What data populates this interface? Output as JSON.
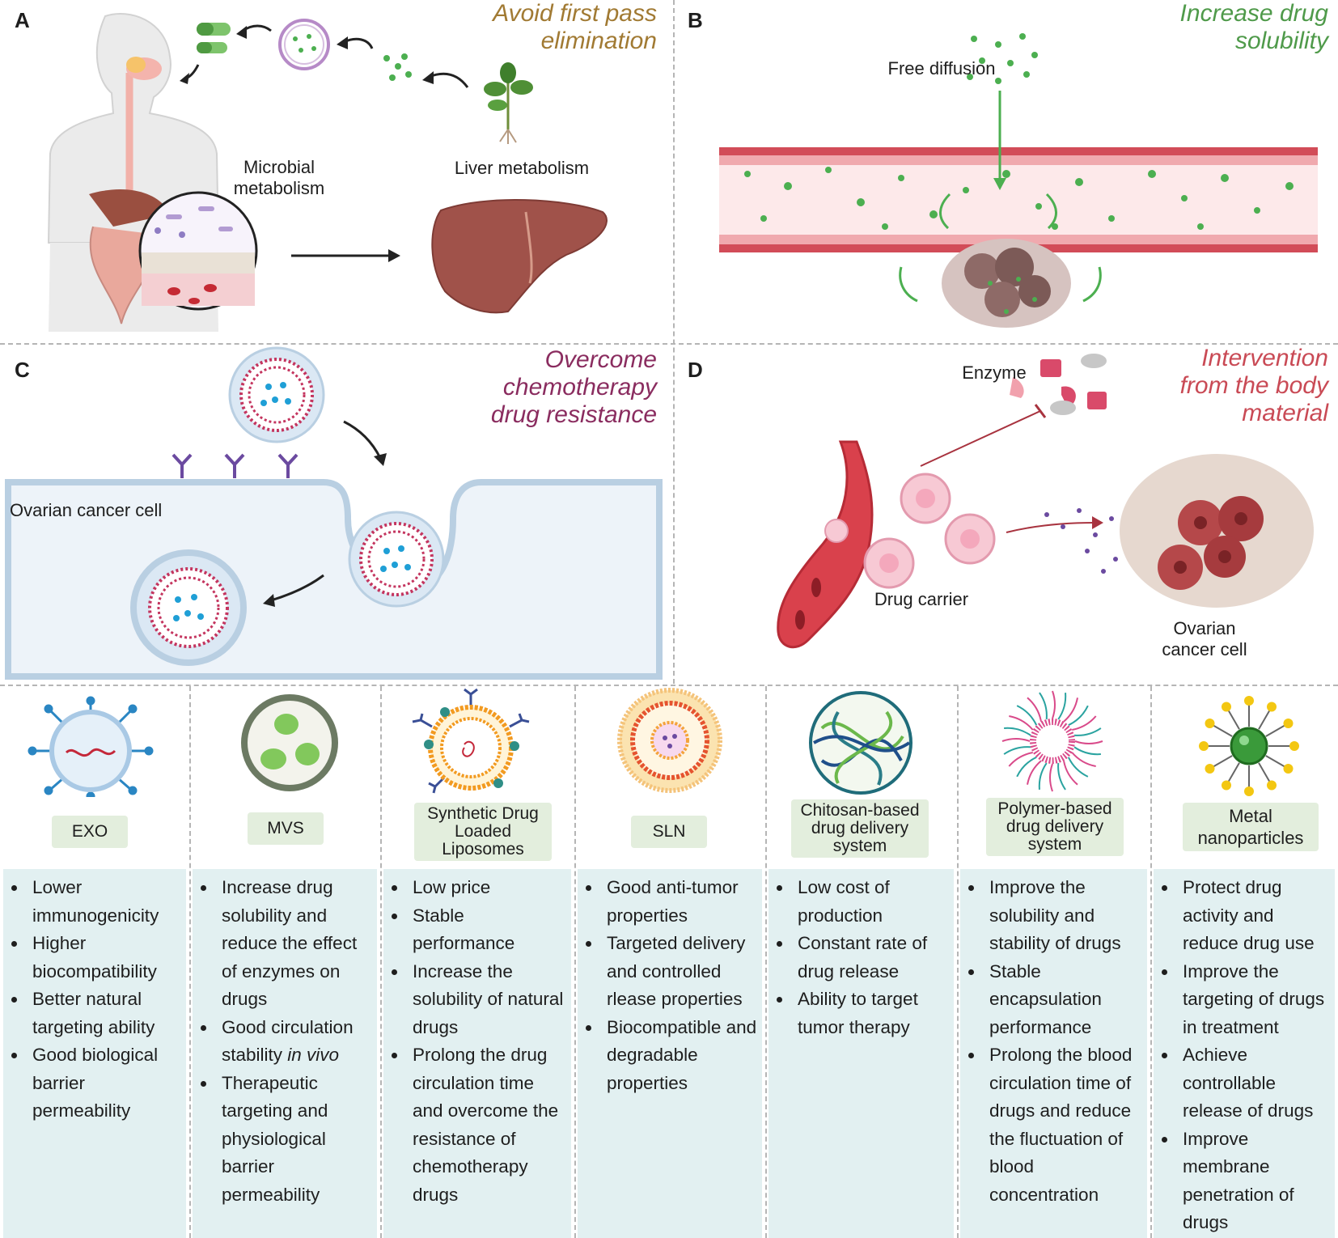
{
  "panels": {
    "a": {
      "letter": "A",
      "title_line1": "Avoid first pass",
      "title_line2": "elimination",
      "title_color": "#a17a33",
      "microbial_line1": "Microbial",
      "microbial_line2": "metabolism",
      "liver_label": "Liver metabolism"
    },
    "b": {
      "letter": "B",
      "title_line1": "Increase drug",
      "title_line2": "solubility",
      "title_color": "#4f9a4a",
      "free_diffusion": "Free diffusion"
    },
    "c": {
      "letter": "C",
      "title_line1": "Overcome",
      "title_line2": "chemotherapy",
      "title_line3": "drug resistance",
      "title_color": "#8a2c5f",
      "cell_label": "Ovarian cancer cell"
    },
    "d": {
      "letter": "D",
      "title_line1": "Intervention",
      "title_line2": "from the body",
      "title_line3": "material",
      "title_color": "#c94a55",
      "enzyme_label": "Enzyme",
      "carrier_label": "Drug carrier",
      "cancer_line1": "Ovarian",
      "cancer_line2": "cancer cell"
    }
  },
  "carriers": [
    {
      "icon": "exosome-icon",
      "label": "EXO",
      "items": [
        "Lower immunogenicity",
        "Higher biocompatibility",
        "Better natural targeting ability",
        "Good biological barrier permeability"
      ]
    },
    {
      "icon": "microvesicle-icon",
      "label": "MVS",
      "items": [
        "Increase drug solubility and reduce the effect of enzymes on drugs",
        "Good circulation stability in vivo",
        "Therapeutic targeting and physiological barrier permeability"
      ]
    },
    {
      "icon": "liposome-icon",
      "label": "Synthetic Drug Loaded Liposomes",
      "items": [
        "Low price",
        "Stable performance",
        "Increase the solubility of natural drugs",
        "Prolong the drug circulation time and overcome the resistance of chemotherapy drugs"
      ]
    },
    {
      "icon": "solid-lipid-nanoparticle-icon",
      "label": "SLN",
      "items": [
        "Good anti-tumor properties",
        "Targeted delivery and controlled rlease properties",
        "Biocompatible and degradable properties"
      ]
    },
    {
      "icon": "chitosan-network-icon",
      "label": "Chitosan-based drug delivery system",
      "items": [
        "Low cost of production",
        "Constant rate of drug release",
        "Ability to target tumor therapy"
      ]
    },
    {
      "icon": "polymer-micelle-icon",
      "label": "Polymer-based drug delivery system",
      "items": [
        "Improve the solubility and stability of drugs",
        "Stable encapsulation performance",
        "Prolong the blood circulation time of drugs and reduce the fluctuation of blood concentration"
      ]
    },
    {
      "icon": "metal-nanoparticle-icon",
      "label": "Metal nanoparticles",
      "items": [
        "Protect drug activity and reduce drug use",
        "Improve the targeting of drugs in treatment",
        "Achieve controllable release of drugs",
        "Improve membrane penetration of drugs"
      ]
    }
  ],
  "colors": {
    "label_bg": "#e3eedd",
    "box_bg": "#e2f0f1",
    "drug_green": "#4caf50",
    "vessel_red": "#d24c58",
    "liver_brown": "#a0524a"
  }
}
